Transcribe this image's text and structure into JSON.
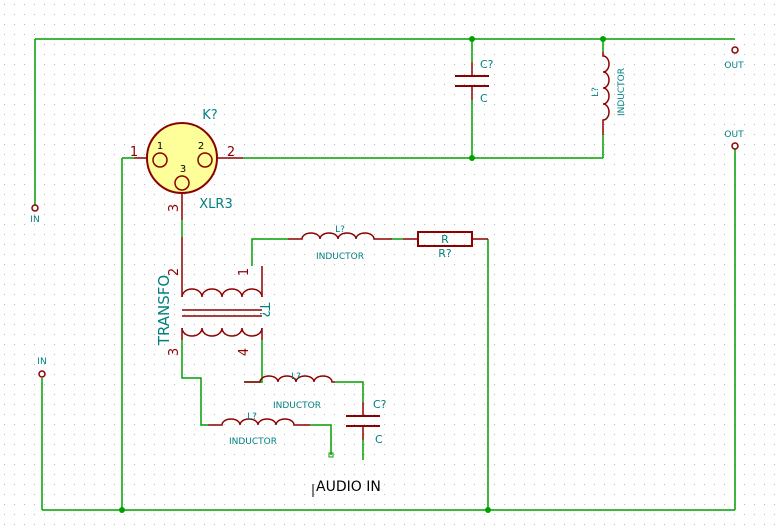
{
  "colors": {
    "background": "#ffffff",
    "grid_dot": "#b8b8b8",
    "wire": "#00a000",
    "component": "#8c0000",
    "label": "#008080",
    "pin_number": "#8c0000",
    "xlr_fill": "#ffff99",
    "text_black": "#000000"
  },
  "xlr": {
    "ref": "K?",
    "value": "XLR3",
    "pin1": "1",
    "pin2": "2",
    "pin3": "3",
    "pin_num1": "1",
    "pin_num2": "2",
    "pin_num3": "3"
  },
  "transformer": {
    "ref": "T?",
    "value": "TRANSFO",
    "pin1": "1",
    "pin2": "2",
    "pin3": "3",
    "pin4": "4"
  },
  "capacitor_top": {
    "ref": "C?",
    "value": "C"
  },
  "inductor_top": {
    "ref": "L?",
    "value": "INDUCTOR"
  },
  "inductor_mid": {
    "ref": "L?",
    "value": "INDUCTOR"
  },
  "resistor": {
    "ref": "R?",
    "value": "R"
  },
  "inductor_low1": {
    "ref": "L?",
    "value": "INDUCTOR"
  },
  "capacitor_low": {
    "ref": "C?",
    "value": "C"
  },
  "inductor_low2": {
    "ref": "L?",
    "value": "INDUCTOR"
  },
  "ports": {
    "in_top": "IN",
    "in_bottom": "IN",
    "out_top": "OUT",
    "out_right": "OUT"
  },
  "audio_label": "AUDIO IN"
}
